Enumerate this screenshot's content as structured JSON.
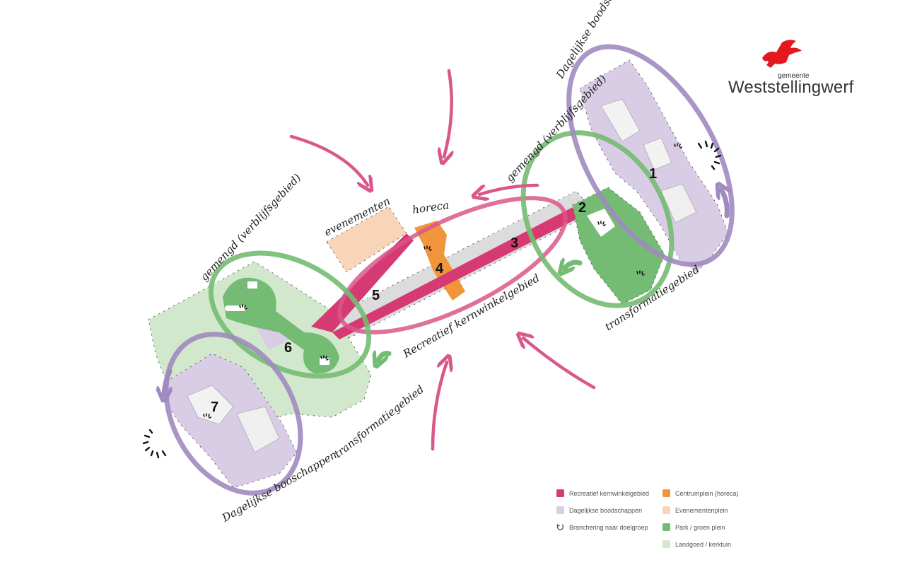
{
  "logo": {
    "small": "gemeente",
    "name": "Weststellingwerf",
    "icon": "red-griffin-logo"
  },
  "labels": {
    "daily_top": "Dagelijkse boodschappen",
    "mixed_right": "gemengd (verblijfsgebied)",
    "mixed_left": "gemengd (verblijfsgebied)",
    "events": "evenementen",
    "horeca": "horeca",
    "transform_right": "transformatiegebied",
    "transform_left": "transformatiegebied",
    "core": "Recreatief kernwinkelgebied",
    "daily_bottom": "Dagelijkse booschappen"
  },
  "numbers": [
    "1",
    "2",
    "3",
    "4",
    "5",
    "6",
    "7"
  ],
  "colors": {
    "core": "#d63a72",
    "daily": "#d9cde6",
    "daily_ring": "#a08ac0",
    "center": "#f0953a",
    "events": "#f8d4b8",
    "park": "#74bb73",
    "estate": "#d2e8cc",
    "arrow_pink": "#d9578a"
  },
  "legend": [
    {
      "label": "Recreatief kernwinkelgebied",
      "color": "#d63a72"
    },
    {
      "label": "Dagelijkse boodschappen",
      "color": "#d9cde6"
    },
    {
      "label": "Branchering naar doelgroep",
      "color": "",
      "icon": "curved-arrow-icon"
    },
    {
      "label": "Centrumplein (horeca)",
      "color": "#f0953a"
    },
    {
      "label": "Evenementenplein",
      "color": "#f8d4b8"
    },
    {
      "label": "Park / groen plein",
      "color": "#74bb73"
    },
    {
      "label": "Landgoed / kerktuin",
      "color": "#d2e8cc"
    }
  ]
}
